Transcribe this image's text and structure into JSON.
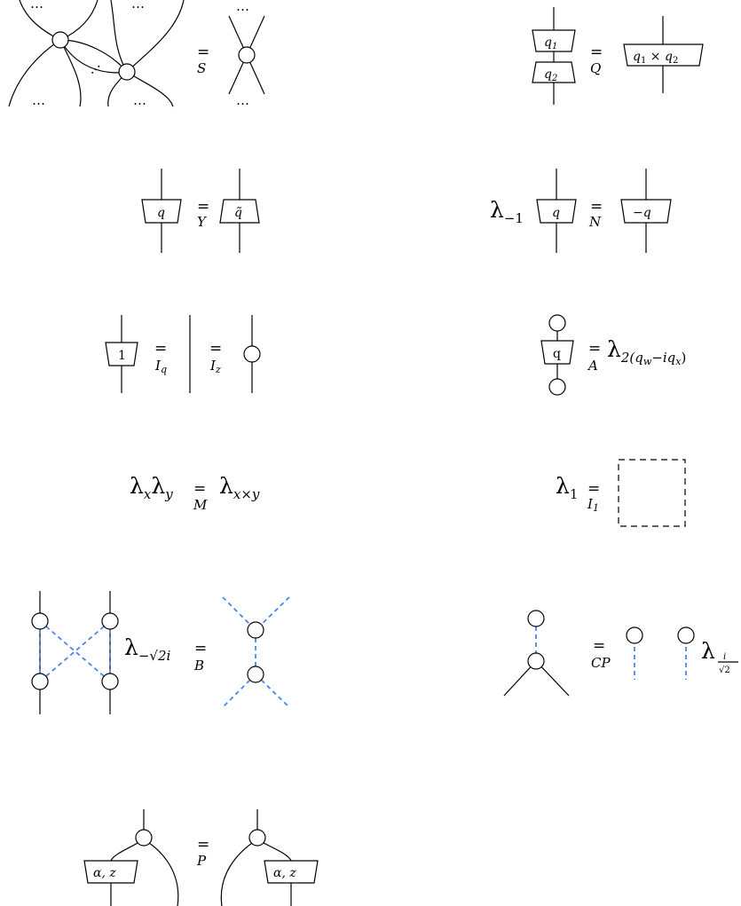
{
  "rules": {
    "S": {
      "equals": "=",
      "name": "S",
      "ellipsis": "…"
    },
    "Q": {
      "equals": "=",
      "name": "Q",
      "top": "q",
      "top_sub": "1",
      "bottom": "q",
      "bottom_sub": "2",
      "product": "q",
      "product_sub1": "1",
      "product_op": " × ",
      "product_b": "q",
      "product_sub2": "2"
    },
    "Y": {
      "equals": "=",
      "name": "Y",
      "left": "q",
      "right": "q̃"
    },
    "N": {
      "equals": "=",
      "name": "N",
      "lambda": "λ",
      "lambda_sub": "−1",
      "left": "q",
      "right": "−q"
    },
    "Iq": {
      "equals": "=",
      "name": "I",
      "name_sub": "q",
      "box": "1"
    },
    "Iz": {
      "equals": "=",
      "name": "I",
      "name_sub": "z"
    },
    "A": {
      "equals": "=",
      "name": "A",
      "box": "q",
      "lambda": "λ",
      "lambda_sub": "2(q",
      "lambda_sub_w": "w",
      "lambda_sub_mid": "−iq",
      "lambda_sub_x": "x",
      "lambda_sub_end": ")"
    },
    "M": {
      "equals": "=",
      "name": "M",
      "lambda": "λ",
      "x": "x",
      "y": "y",
      "rhs_sub": "x×y"
    },
    "I1": {
      "equals": "=",
      "name": "I",
      "name_sub": "1",
      "lambda": "λ",
      "lambda_sub": "1"
    },
    "B": {
      "equals": "=",
      "name": "B",
      "lambda": "λ",
      "lambda_sub": "−√2i"
    },
    "CP": {
      "equals": "=",
      "name": "CP",
      "lambda": "λ",
      "frac_num": "i",
      "frac_den": "√2"
    },
    "P": {
      "equals": "=",
      "name": "P",
      "box": "α, z"
    }
  }
}
